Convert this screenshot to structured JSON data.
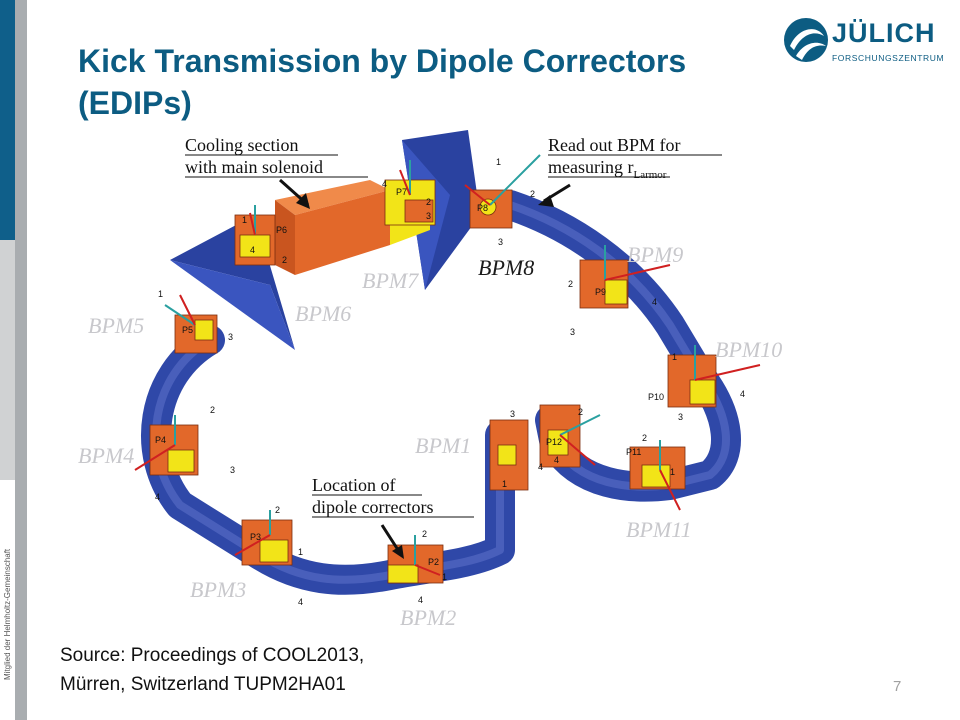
{
  "sidebar": {
    "vertical_text": "Mitglied der Helmholtz-Gemeinschaft"
  },
  "title": {
    "line1": "Kick Transmission by Dipole Correctors",
    "line2": "(EDIPs)"
  },
  "logo": {
    "word": "JÜLICH",
    "sub": "FORSCHUNGSZENTRUM"
  },
  "diagram": {
    "callouts": {
      "cooling_line1": "Cooling section",
      "cooling_line2": "with main solenoid",
      "readout_line1": "Read out BPM for",
      "readout_line2": "measuring r",
      "readout_sub": "Larmor",
      "location_line1": "Location of",
      "location_line2": "dipole correctors"
    },
    "bpm_labels": [
      "BPM1",
      "BPM2",
      "BPM3",
      "BPM4",
      "BPM5",
      "BPM6",
      "BPM7",
      "BPM8",
      "BPM9",
      "BPM10",
      "BPM11"
    ],
    "p_labels": [
      "P2",
      "P3",
      "P4",
      "P5",
      "P6",
      "P7",
      "P8",
      "P9",
      "P10",
      "P11",
      "P12"
    ],
    "axis_numbers": [
      "1",
      "2",
      "3",
      "4"
    ]
  },
  "source": {
    "line1": "Source: Proceedings of COOL2013,",
    "line2": "Mürren, Switzerland TUPM2HA01"
  },
  "page_number": "7",
  "colors": {
    "brand_blue": "#0c5c82",
    "beam_pipe": "#2f48a8",
    "bpm_orange": "#e2682a",
    "bpm_yellow": "#f2e418"
  }
}
